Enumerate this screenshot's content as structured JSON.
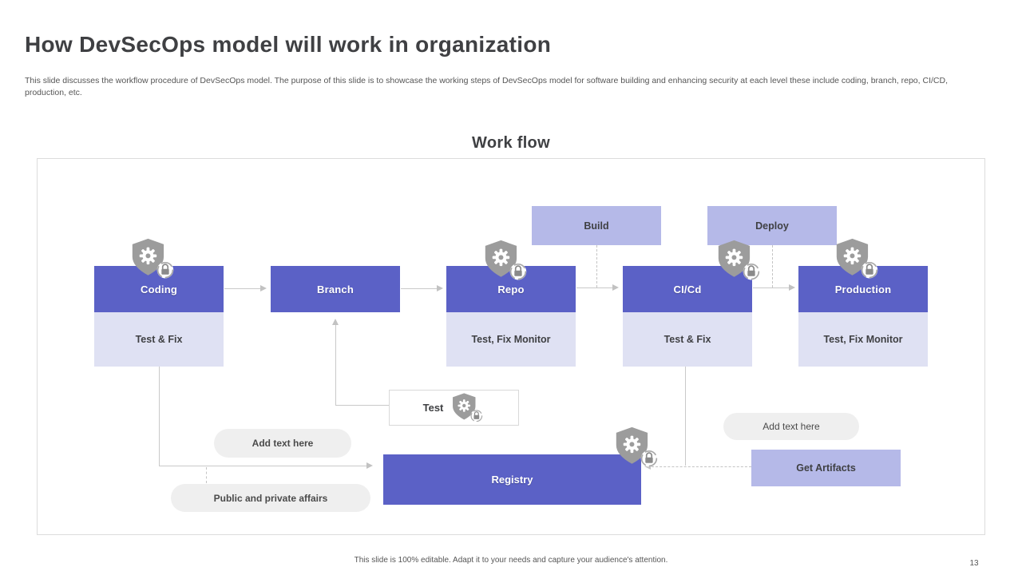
{
  "slide": {
    "title": "How DevSecOps model will work in organization",
    "description": "This slide discusses the workflow procedure of DevSecOps model. The purpose of this slide is to showcase the working steps of DevSecOps model for software building and enhancing security at each level these include coding, branch, repo, CI/CD, production, etc.",
    "footer": "This slide is 100% editable. Adapt it to your needs and capture your audience's attention.",
    "page_number": "13"
  },
  "diagram": {
    "heading": "Work flow",
    "stages": [
      {
        "label": "Coding",
        "sub": "Test & Fix"
      },
      {
        "label": "Branch",
        "sub": ""
      },
      {
        "label": "Repo",
        "sub": "Test, Fix Monitor"
      },
      {
        "label": "CI/Cd",
        "sub": "Test & Fix"
      },
      {
        "label": "Production",
        "sub": "Test, Fix Monitor"
      }
    ],
    "top_boxes": [
      {
        "label": "Build"
      },
      {
        "label": "Deploy"
      }
    ],
    "test_box": {
      "label": "Test"
    },
    "registry": {
      "label": "Registry"
    },
    "get_artifacts": {
      "label": "Get Artifacts"
    },
    "pills": [
      {
        "label": "Add text here"
      },
      {
        "label": "Public and private affairs"
      },
      {
        "label": "Add text here"
      }
    ],
    "icons": {
      "security": "shield-gear-lock-icon"
    }
  },
  "colors": {
    "primary_purple": "#5b61c6",
    "light_purple": "#b5b9e8",
    "lavender": "#dfe1f3",
    "pill_gray": "#efefef",
    "shield_gray": "#9c9c9c",
    "line_gray": "#c9c9c9",
    "text_dark": "#3f4043",
    "text_gray": "#565656"
  }
}
